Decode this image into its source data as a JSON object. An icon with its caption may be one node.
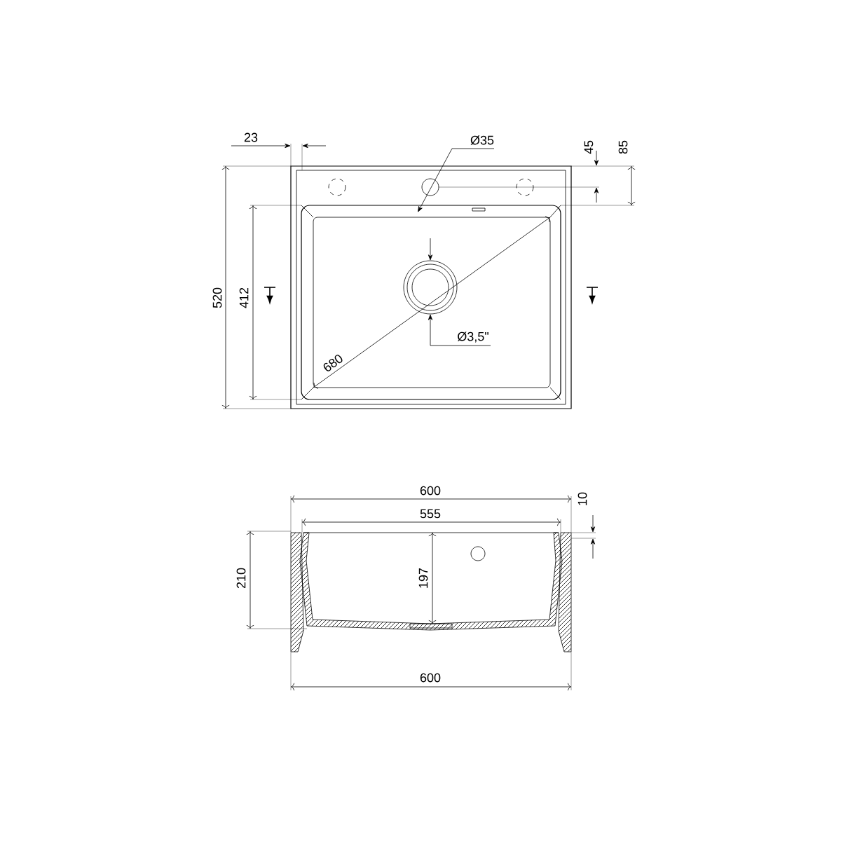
{
  "diagram": {
    "labels": [
      "23",
      "Ø35",
      "45",
      "85",
      "520",
      "412",
      "680",
      "Ø3,5\"",
      "600",
      "555",
      "10",
      "210",
      "197",
      "600"
    ]
  }
}
